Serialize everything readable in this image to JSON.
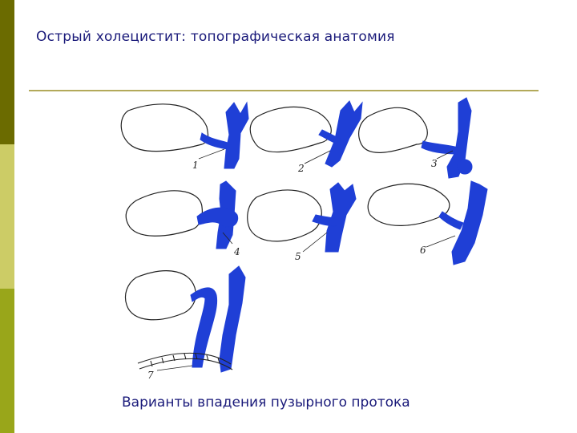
{
  "slide": {
    "title": "Острый холецистит: топографическая анатомия",
    "caption": "Варианты впадения пузырного протока"
  },
  "figure": {
    "variant_labels": [
      "1",
      "2",
      "3",
      "4",
      "5",
      "6",
      "7"
    ]
  },
  "colors": {
    "duct": "#1f3fd6",
    "outline": "#222222",
    "title_text": "#1a1a7a",
    "rule": "#b3a95a",
    "strip_dark": "#6b6b00",
    "strip_light": "#cccc66",
    "strip_mid": "#99a61a"
  }
}
